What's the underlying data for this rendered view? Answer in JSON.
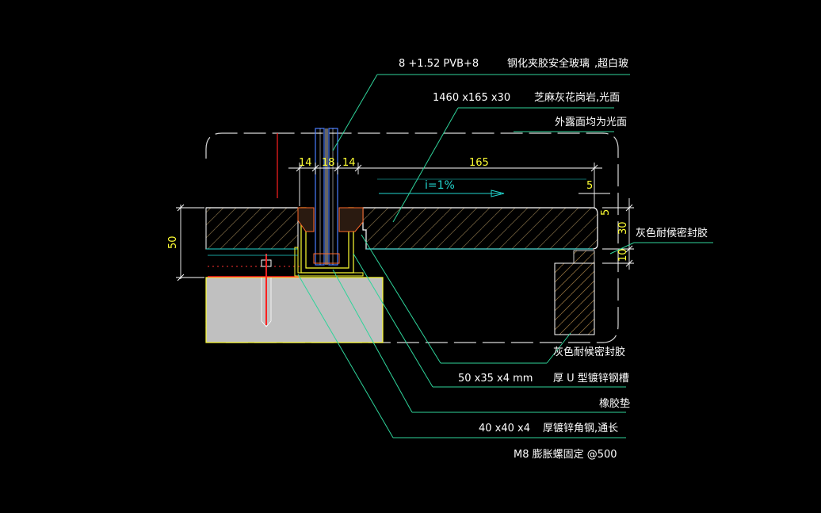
{
  "labels": {
    "glass_spec": "8 +1.52 PVB+8",
    "glass_desc": "钢化夹胶安全玻璃",
    "glass_suffix": ",超白玻",
    "stone_size": "1460 x165 x30",
    "stone_desc": "芝麻灰花岗岩,光面",
    "exposed_note": "外露面均为光面",
    "sealant_right": "灰色耐候密封胶",
    "sealant_bottom": "灰色耐候密封胶",
    "u_channel_size": "50 x35 x4 mm",
    "u_channel_desc": "厚 U 型镀锌钢槽",
    "rubber_pad": "橡胶垫",
    "angle_size": "40 x40 x4",
    "angle_desc": "厚镀锌角钢,通长",
    "bolt": "M8  膨胀螺固定   @500"
  },
  "dimensions": {
    "d14_left": "14",
    "d18": "18",
    "d14_right": "14",
    "d165": "165",
    "d5_top": "5",
    "d5_side": "5",
    "d30": "30",
    "d10": "10",
    "d50": "50",
    "slope": "i=1%"
  },
  "colors": {
    "background": "#000000",
    "leader": "#2fd39a",
    "dim_line": "#ffffff",
    "dim_text": "#ffff33",
    "outline_cyan": "#22d6cf",
    "hatch": "#6b5a3a",
    "concrete": "#c0c0c0",
    "red": "#ff2020"
  }
}
